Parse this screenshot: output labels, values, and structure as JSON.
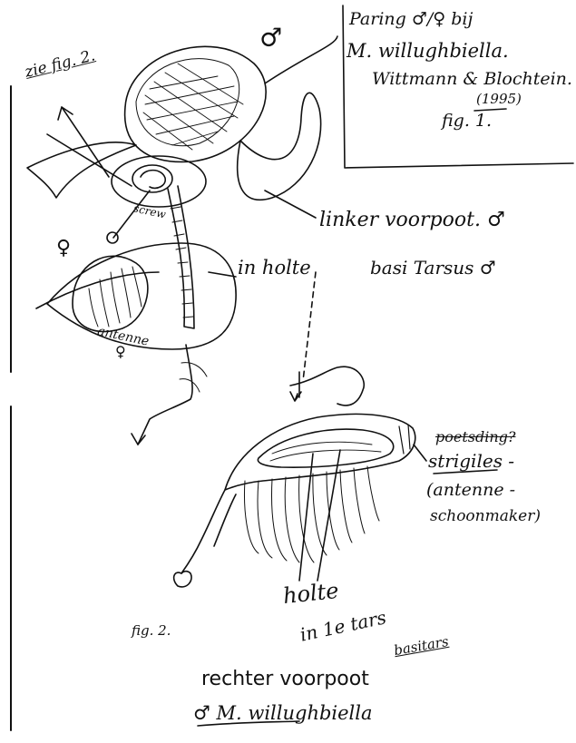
{
  "caption": {
    "title": "Paring ♂/♀ bij",
    "species": "M. willughbiella.",
    "authors": "Wittmann & Blochtein.",
    "year": "(1995)",
    "figure": "fig. 1."
  },
  "figure1": {
    "male_symbol": "♂",
    "fig_reference": "zie fig. 2.",
    "label_voorpoot": "linker voorpoot. ♂",
    "label_holte": "in holte",
    "label_basitarsus": "basi Tarsus ♂",
    "label_screw": "screw",
    "female_symbol": "♀",
    "label_antenne": "antenne",
    "antenne_symbol": "♀"
  },
  "figure2": {
    "label_poetsdings": "poetsding?",
    "label_strigiles": "strigiles -",
    "label_antenne": "(antenne -",
    "label_schoonmaker": "schoonmaker)",
    "label_holte": "holte",
    "label_in1e": "in 1e tars",
    "label_basitars": "basitars",
    "fig_label": "fig. 2.",
    "label_rechter": "rechter voorpoot",
    "label_species": "♂ M. willughbiella"
  },
  "colors": {
    "ink": "#111111",
    "paper": "#ffffff"
  }
}
